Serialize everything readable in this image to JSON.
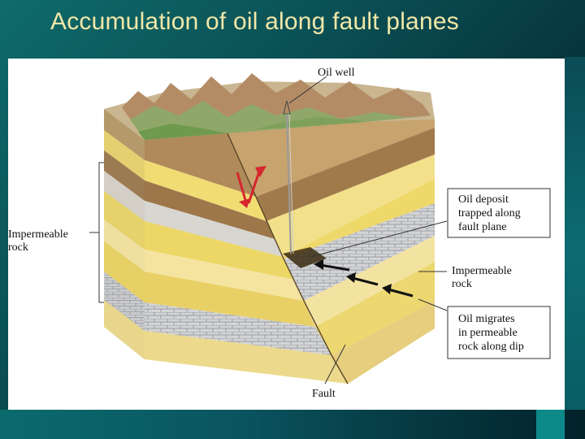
{
  "slide": {
    "title": "Accumulation of oil along fault planes"
  },
  "labels": {
    "oil_well": "Oil well",
    "impermeable_left_1": "Impermeable",
    "impermeable_left_2": "rock",
    "deposit_1": "Oil deposit",
    "deposit_2": "trapped along",
    "deposit_3": "fault plane",
    "impermeable_right_1": "Impermeable",
    "impermeable_right_2": "rock",
    "migrates_1": "Oil migrates",
    "migrates_2": "in permeable",
    "migrates_3": "rock along dip",
    "fault": "Fault"
  },
  "colors": {
    "title": "#f1e7a8",
    "sandstone_yellow": "#efd96a",
    "pale_yellow": "#f6e7a3",
    "brown_shale": "#a67c4e",
    "gray_shale": "#d7d6d2",
    "limestone": "#cfd0d2",
    "oil": "#3a2a12",
    "arrow_red": "#d6262e"
  }
}
